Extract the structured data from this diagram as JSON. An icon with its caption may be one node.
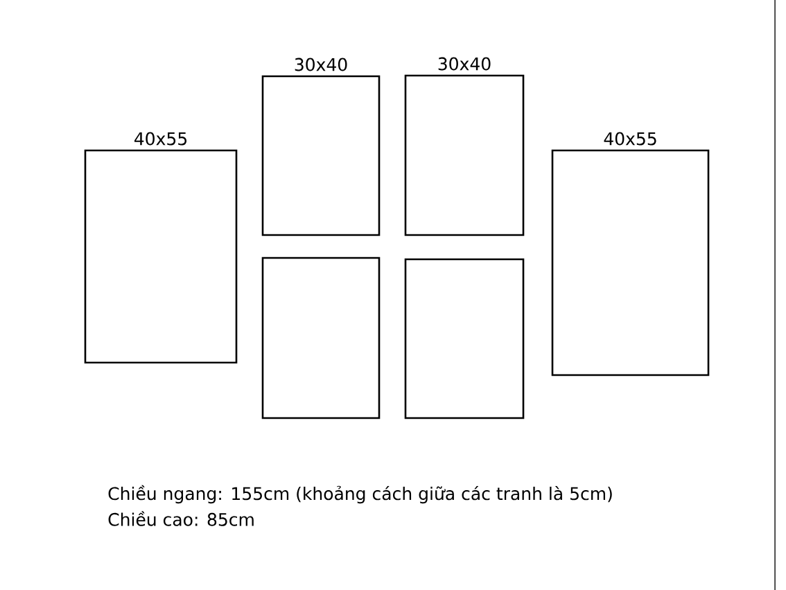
{
  "diagram": {
    "nodes": [
      {
        "text": [
          "40x55"
        ]
      },
      {
        "text": [
          "30x40"
        ]
      },
      {
        "text": [
          "30x40"
        ]
      },
      {
        "text": [
          "40x55"
        ]
      },
      {
        "text": [],
        "shape": "box"
      },
      {
        "text": [],
        "shape": "box"
      }
    ],
    "labels": [
      "Chiều ngang: 155cm (khoảng cách giữa các tranh là 5cm)",
      "Chiều cao: 85cm"
    ]
  }
}
